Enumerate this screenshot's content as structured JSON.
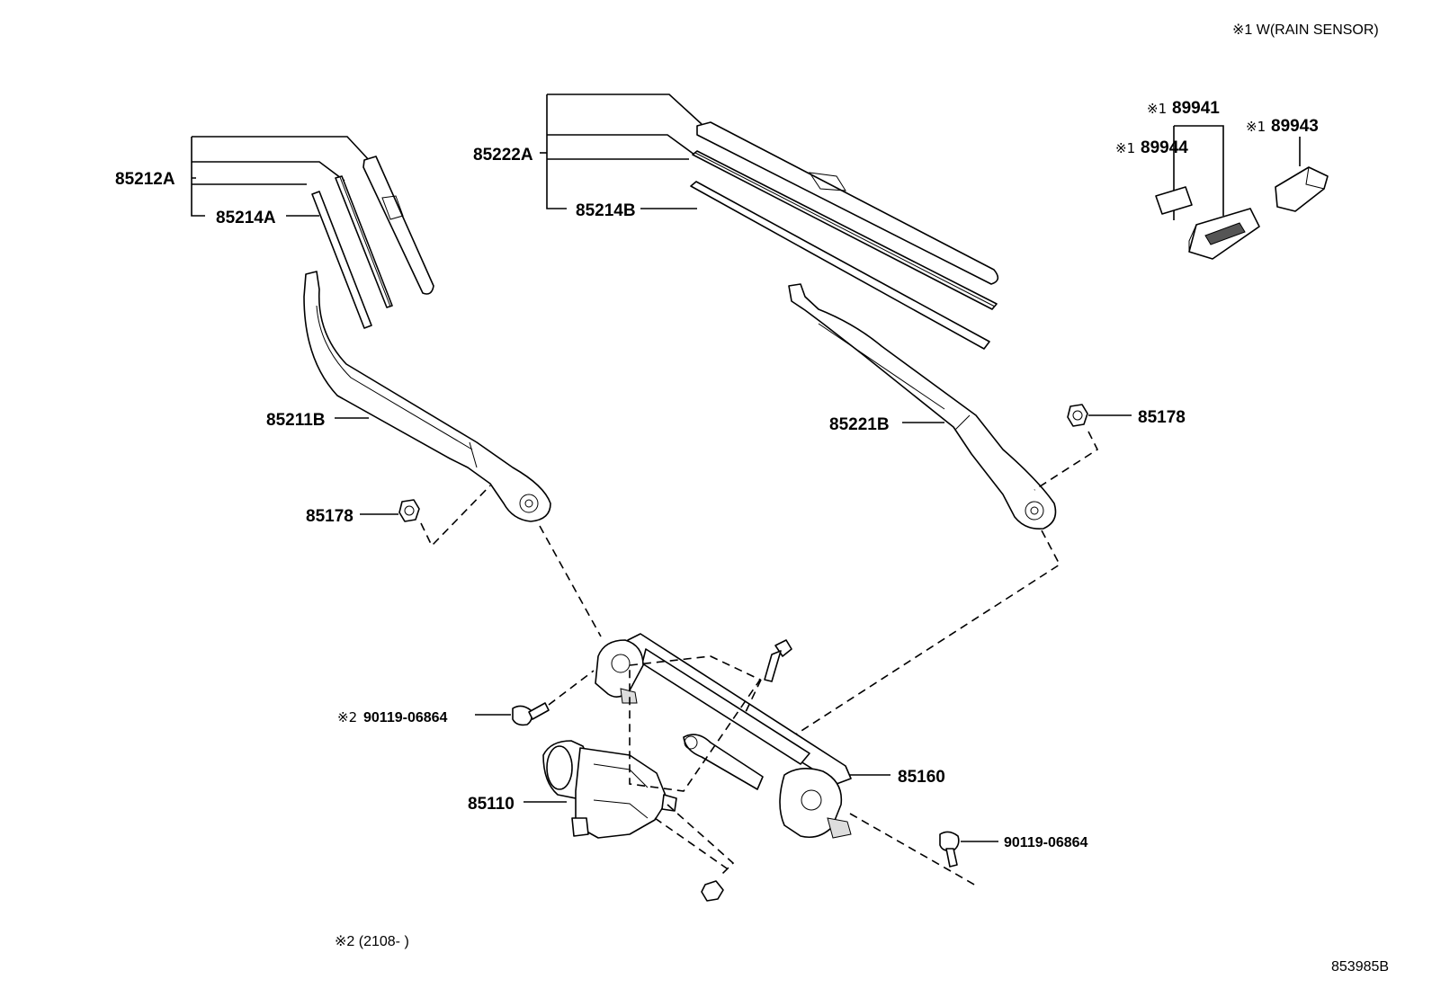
{
  "header_note": "※1 W(RAIN SENSOR)",
  "footer_note": "※2 (2108-  )",
  "diagram_code": "853985B",
  "labels": {
    "p85212A": "85212A",
    "p85214A": "85214A",
    "p85222A": "85222A",
    "p85214B": "85214B",
    "p89941": "89941",
    "p89944": "89944",
    "p89943": "89943",
    "p85211B": "85211B",
    "p85221B": "85221B",
    "p85178_left": "85178",
    "p85178_right": "85178",
    "p90119_left": "90119-06864",
    "p90119_right": "90119-06864",
    "p85110": "85110",
    "p85160": "85160"
  },
  "marks": {
    "m1": "※1",
    "m2": "※2"
  }
}
